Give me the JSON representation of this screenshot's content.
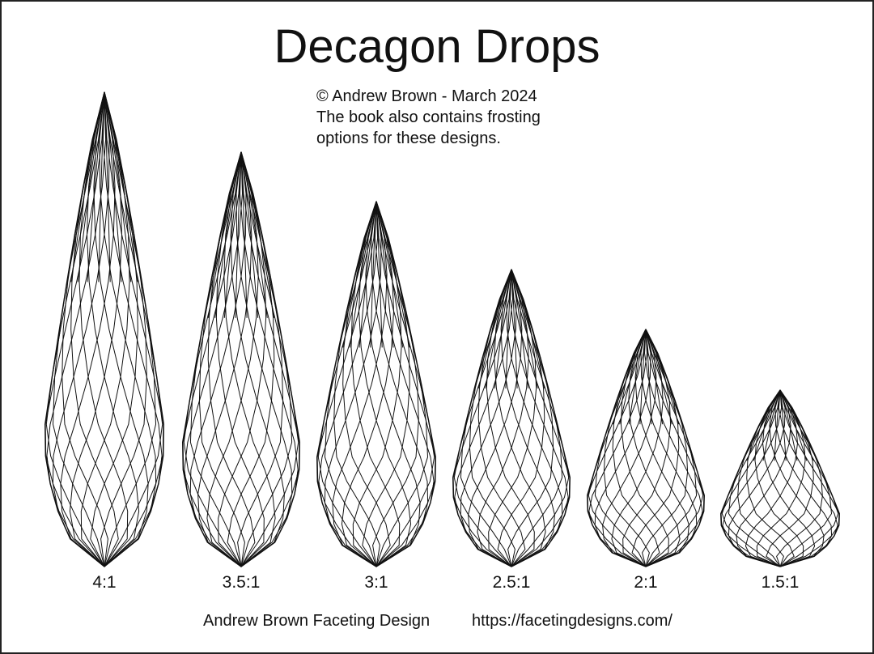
{
  "title": "Decagon Drops",
  "notes": [
    "© Andrew Brown - March 2024",
    "The book also contains frosting",
    "options for these designs."
  ],
  "drops": [
    {
      "ratio_label": "4:1"
    },
    {
      "ratio_label": "3.5:1"
    },
    {
      "ratio_label": "3:1"
    },
    {
      "ratio_label": "2.5:1"
    },
    {
      "ratio_label": "2:1"
    },
    {
      "ratio_label": "1.5:1"
    }
  ],
  "footer": {
    "designer": "Andrew Brown Faceting Design",
    "url": "https://facetingdesigns.com/"
  },
  "colors": {
    "line": "#111111",
    "background": "#ffffff"
  }
}
